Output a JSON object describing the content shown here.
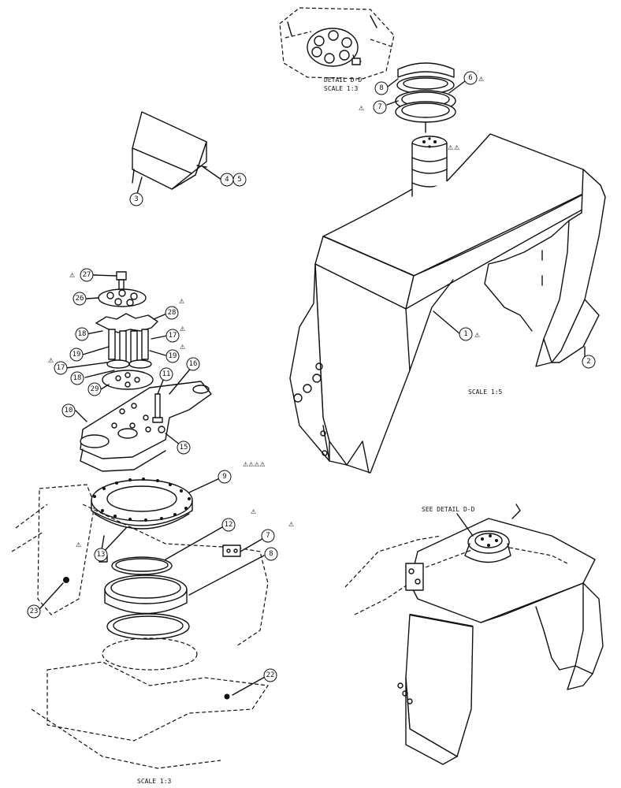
{
  "labels": {
    "detail_title": "DETAIL D-D",
    "detail_scale": "SCALE 1:3",
    "frame_scale": "SCALE 1:5",
    "assembly_scale": "SCALE 1:3",
    "see_detail": "SEE DETAIL D-D"
  },
  "warning_symbol": "⚠",
  "warning_group": "⚠⚠⚠⚠",
  "callouts": [
    {
      "id": "c1",
      "number": "1",
      "warning": "⚠"
    },
    {
      "id": "c2",
      "number": "2"
    },
    {
      "id": "c3",
      "number": "3"
    },
    {
      "id": "c4",
      "number": "4"
    },
    {
      "id": "c5",
      "number": "5"
    },
    {
      "id": "c6",
      "number": "6",
      "warning": "⚠"
    },
    {
      "id": "c7a",
      "number": "7"
    },
    {
      "id": "c8a",
      "number": "8"
    },
    {
      "id": "c7b",
      "number": "7"
    },
    {
      "id": "c8b",
      "number": "8"
    },
    {
      "id": "c9",
      "number": "9"
    },
    {
      "id": "c10",
      "number": "10"
    },
    {
      "id": "c11",
      "number": "11"
    },
    {
      "id": "c12",
      "number": "12"
    },
    {
      "id": "c13",
      "number": "13"
    },
    {
      "id": "c15",
      "number": "15"
    },
    {
      "id": "c16",
      "number": "16"
    },
    {
      "id": "c17a",
      "number": "17"
    },
    {
      "id": "c17b",
      "number": "17"
    },
    {
      "id": "c18a",
      "number": "18"
    },
    {
      "id": "c18b",
      "number": "18"
    },
    {
      "id": "c19a",
      "number": "19"
    },
    {
      "id": "c19b",
      "number": "19"
    },
    {
      "id": "c22",
      "number": "22"
    },
    {
      "id": "c23",
      "number": "23"
    },
    {
      "id": "c26",
      "number": "26"
    },
    {
      "id": "c27",
      "number": "27"
    },
    {
      "id": "c28",
      "number": "28"
    },
    {
      "id": "c29",
      "number": "29"
    }
  ]
}
